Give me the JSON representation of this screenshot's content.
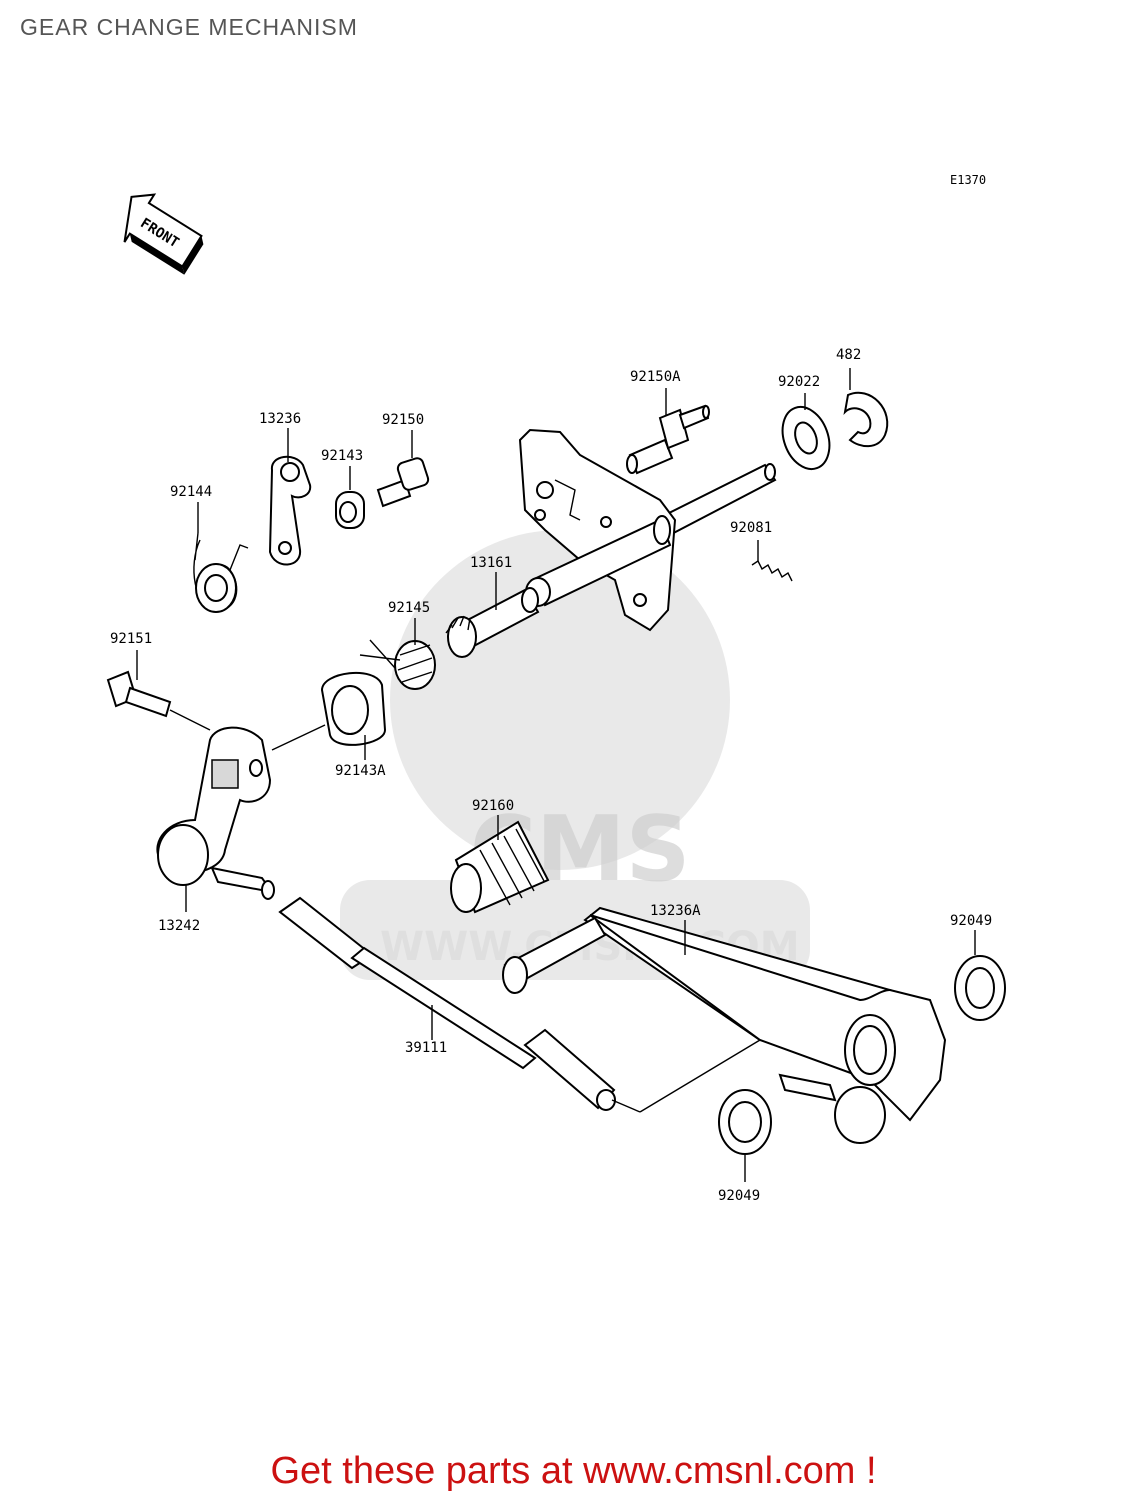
{
  "page": {
    "title": "GEAR CHANGE MECHANISM",
    "diagram_code": "E1370",
    "front_marker": "FRONT",
    "cta": "Get these parts at www.cmsnl.com !"
  },
  "watermark": {
    "brand": "CMS",
    "url": "WWW.CMSNL.COM"
  },
  "callouts": [
    {
      "id": "92150A",
      "label": "92150A"
    },
    {
      "id": "482",
      "label": "482"
    },
    {
      "id": "92022",
      "label": "92022"
    },
    {
      "id": "13236",
      "label": "13236"
    },
    {
      "id": "92150",
      "label": "92150"
    },
    {
      "id": "92143",
      "label": "92143"
    },
    {
      "id": "92144",
      "label": "92144"
    },
    {
      "id": "92081",
      "label": "92081"
    },
    {
      "id": "13161",
      "label": "13161"
    },
    {
      "id": "92145",
      "label": "92145"
    },
    {
      "id": "92151",
      "label": "92151"
    },
    {
      "id": "92143A",
      "label": "92143A"
    },
    {
      "id": "92160",
      "label": "92160"
    },
    {
      "id": "13242",
      "label": "13242"
    },
    {
      "id": "13236A",
      "label": "13236A"
    },
    {
      "id": "92049a",
      "label": "92049"
    },
    {
      "id": "39111",
      "label": "39111"
    },
    {
      "id": "92049b",
      "label": "92049"
    }
  ]
}
